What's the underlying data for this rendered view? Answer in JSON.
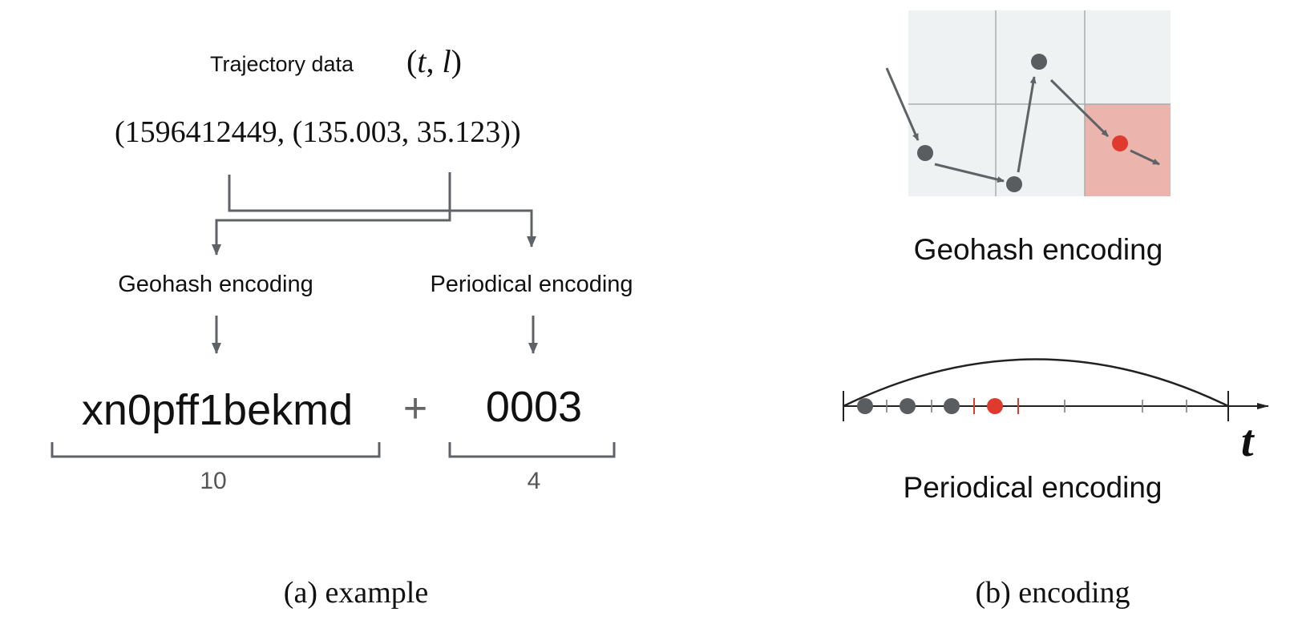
{
  "panel_a": {
    "title_label": "Trajectory data",
    "title_formula": {
      "open": "(",
      "t": "t",
      "sep": ", ",
      "l": "l",
      "close": ")"
    },
    "data_tuple": "(1596412449, (135.003, 35.123))",
    "left_branch_label": "Geohash encoding",
    "right_branch_label": "Periodical encoding",
    "geohash_code": "xn0pff1bekmd",
    "plus_sign": "+",
    "periodic_code": "0003",
    "geohash_length": "10",
    "periodic_length": "4",
    "caption": "(a) example"
  },
  "panel_b": {
    "geohash_label": "Geohash encoding",
    "periodic_label": "Periodical encoding",
    "time_axis_label": "t",
    "caption": "(b) encoding"
  },
  "colors": {
    "arrow_gray": "#5f6366",
    "point_gray": "#5a5d60",
    "highlight_red": "#e03a2e",
    "grid_fill": "#eef2f3",
    "cell_highlight": "#ebb5ae",
    "text": "#111111"
  }
}
